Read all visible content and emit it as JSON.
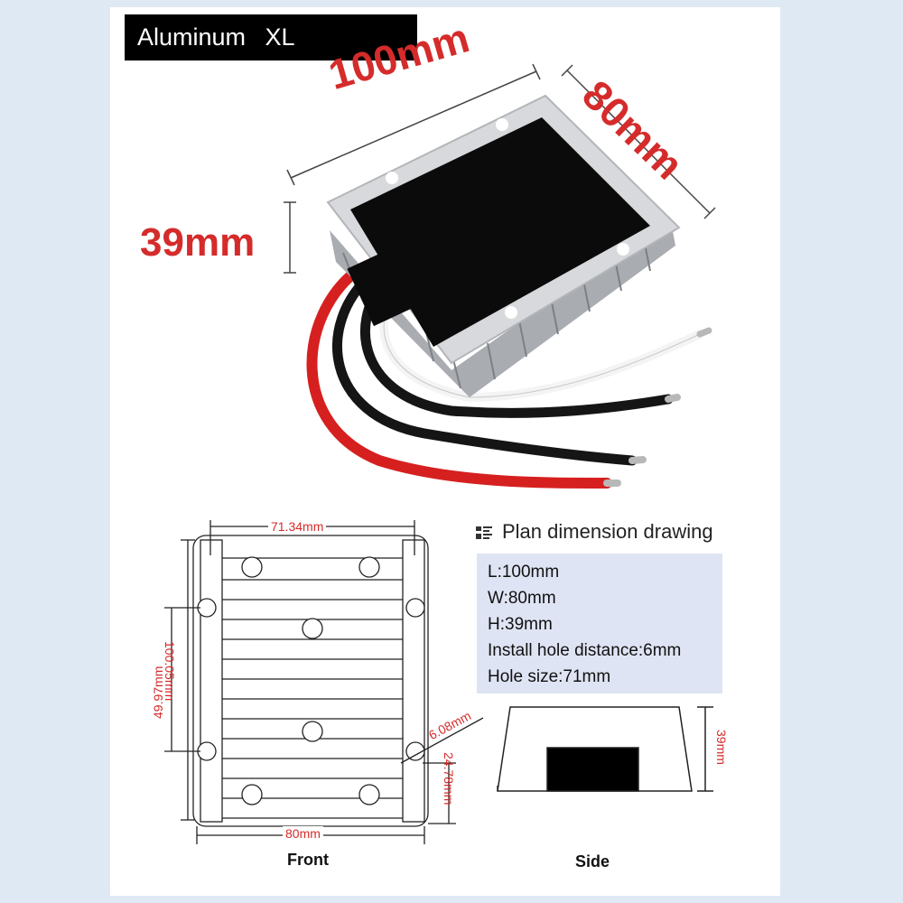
{
  "title": "Aluminum XL",
  "dimensions": {
    "length": "100mm",
    "width": "80mm",
    "height": "39mm"
  },
  "plan": {
    "title": "Plan dimension drawing",
    "specs": [
      "L:100mm",
      "W:80mm",
      "H:39mm",
      "Install hole distance:6mm",
      "Hole size:71mm"
    ]
  },
  "front_drawing": {
    "caption": "Front",
    "labels": {
      "top_span": "71.34mm",
      "bottom_span": "80mm",
      "left_outer": "100.05mm",
      "left_inner": "49.97mm",
      "hole": "6.08mm",
      "right_lower": "24.78mm"
    }
  },
  "side_drawing": {
    "caption": "Side",
    "height_label": "39mm"
  },
  "colors": {
    "accent_red": "#d52b2b",
    "background": "#dfe9f3",
    "panel": "#dfe4f4"
  }
}
